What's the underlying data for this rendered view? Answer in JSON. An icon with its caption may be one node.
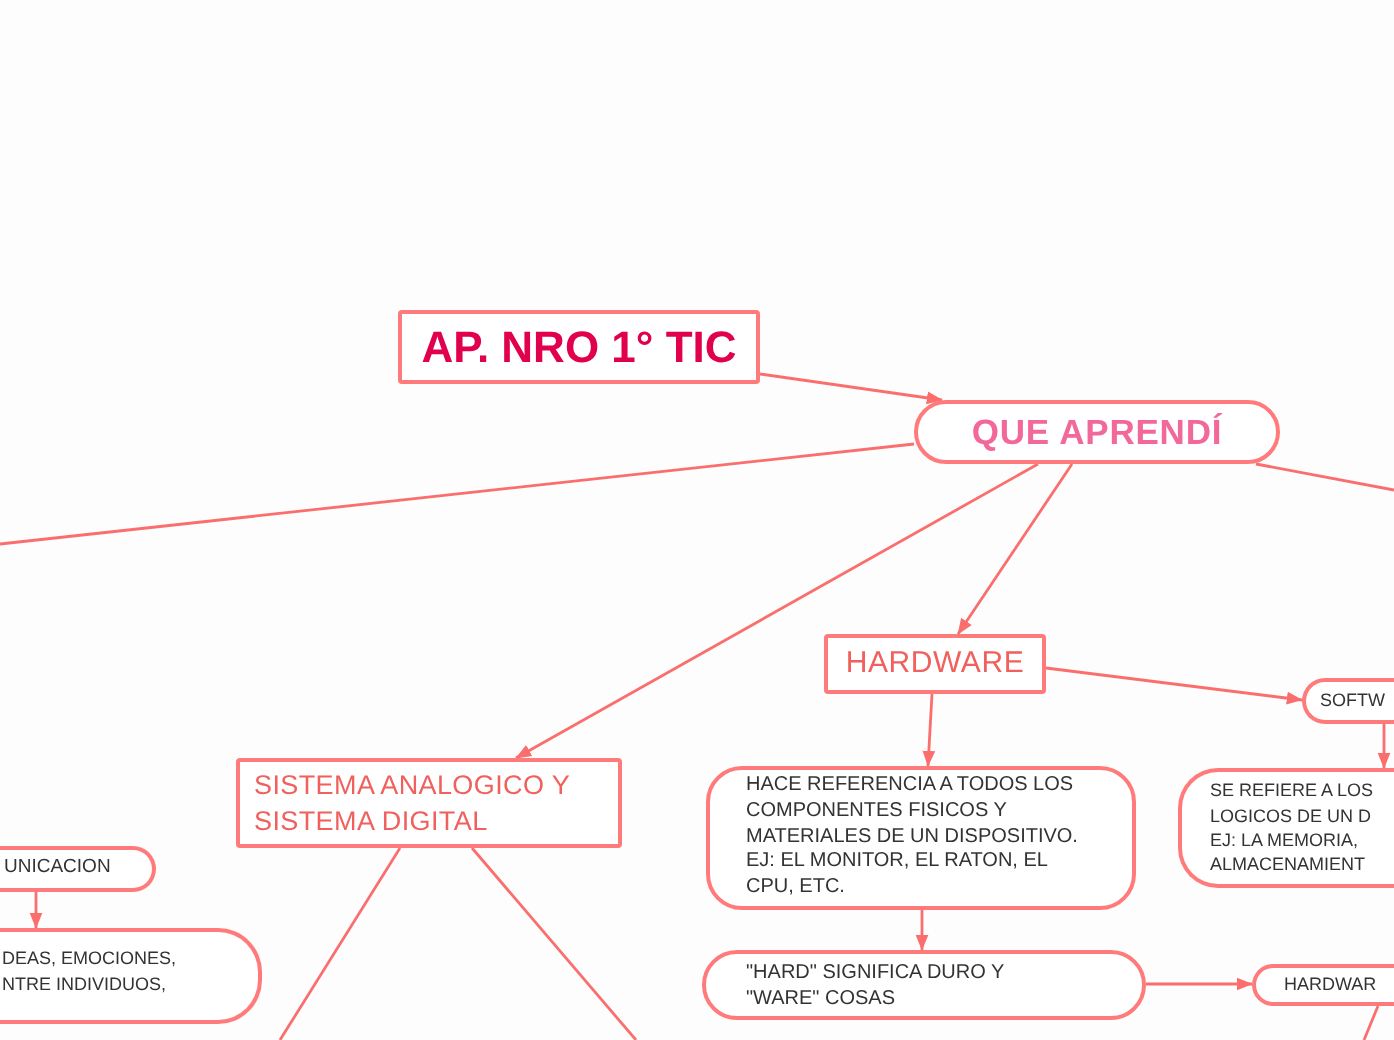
{
  "diagram": {
    "nodes": [
      {
        "text": [
          "AP. NRO 1° TIC"
        ]
      },
      {
        "text": [
          "QUE APRENDÍ"
        ]
      },
      {
        "text": [
          "HARDWARE"
        ]
      },
      {
        "text": [
          "SOFTW"
        ]
      },
      {
        "text": [
          "SISTEMA ANALOGICO Y SISTEMA DIGITAL"
        ]
      },
      {
        "text": [
          "HACE REFERENCIA A TODOS LOS COMPONENTES FISICOS Y MATERIALES DE UN DISPOSITIVO. EJ: EL MONITOR, EL RATON, EL CPU, ETC."
        ]
      },
      {
        "text": [
          "SE REFIERE A LOS LOGICOS DE UN D EJ: LA MEMORIA, ALMACENAMIENT"
        ]
      },
      {
        "text": [
          "UNICACION"
        ]
      },
      {
        "text": [
          "DEAS, EMOCIONES, NTRE INDIVIDUOS,"
        ]
      },
      {
        "text": [
          "\"HARD\" SIGNIFICA DURO Y \"WARE\" COSAS"
        ]
      },
      {
        "text": [
          "HARDWAR"
        ]
      }
    ],
    "edges": [
      {
        "from": 0,
        "to": 1,
        "arrow": "to"
      },
      {
        "from": 1,
        "to": null,
        "arrow": "none"
      },
      {
        "from": 1,
        "to": 4,
        "arrow": "to"
      },
      {
        "from": 1,
        "to": 2,
        "arrow": "to"
      },
      {
        "from": 1,
        "to": null,
        "arrow": "none"
      },
      {
        "from": 2,
        "to": 3,
        "arrow": "to"
      },
      {
        "from": 3,
        "to": 6,
        "arrow": "to"
      },
      {
        "from": 2,
        "to": 5,
        "arrow": "to"
      },
      {
        "from": 5,
        "to": 9,
        "arrow": "to"
      },
      {
        "from": 9,
        "to": 10,
        "arrow": "to"
      },
      {
        "from": 10,
        "to": null,
        "arrow": "none"
      },
      {
        "from": 4,
        "to": null,
        "arrow": "none"
      },
      {
        "from": 4,
        "to": null,
        "arrow": "none"
      },
      {
        "from": 7,
        "to": 8,
        "arrow": "to"
      }
    ]
  }
}
